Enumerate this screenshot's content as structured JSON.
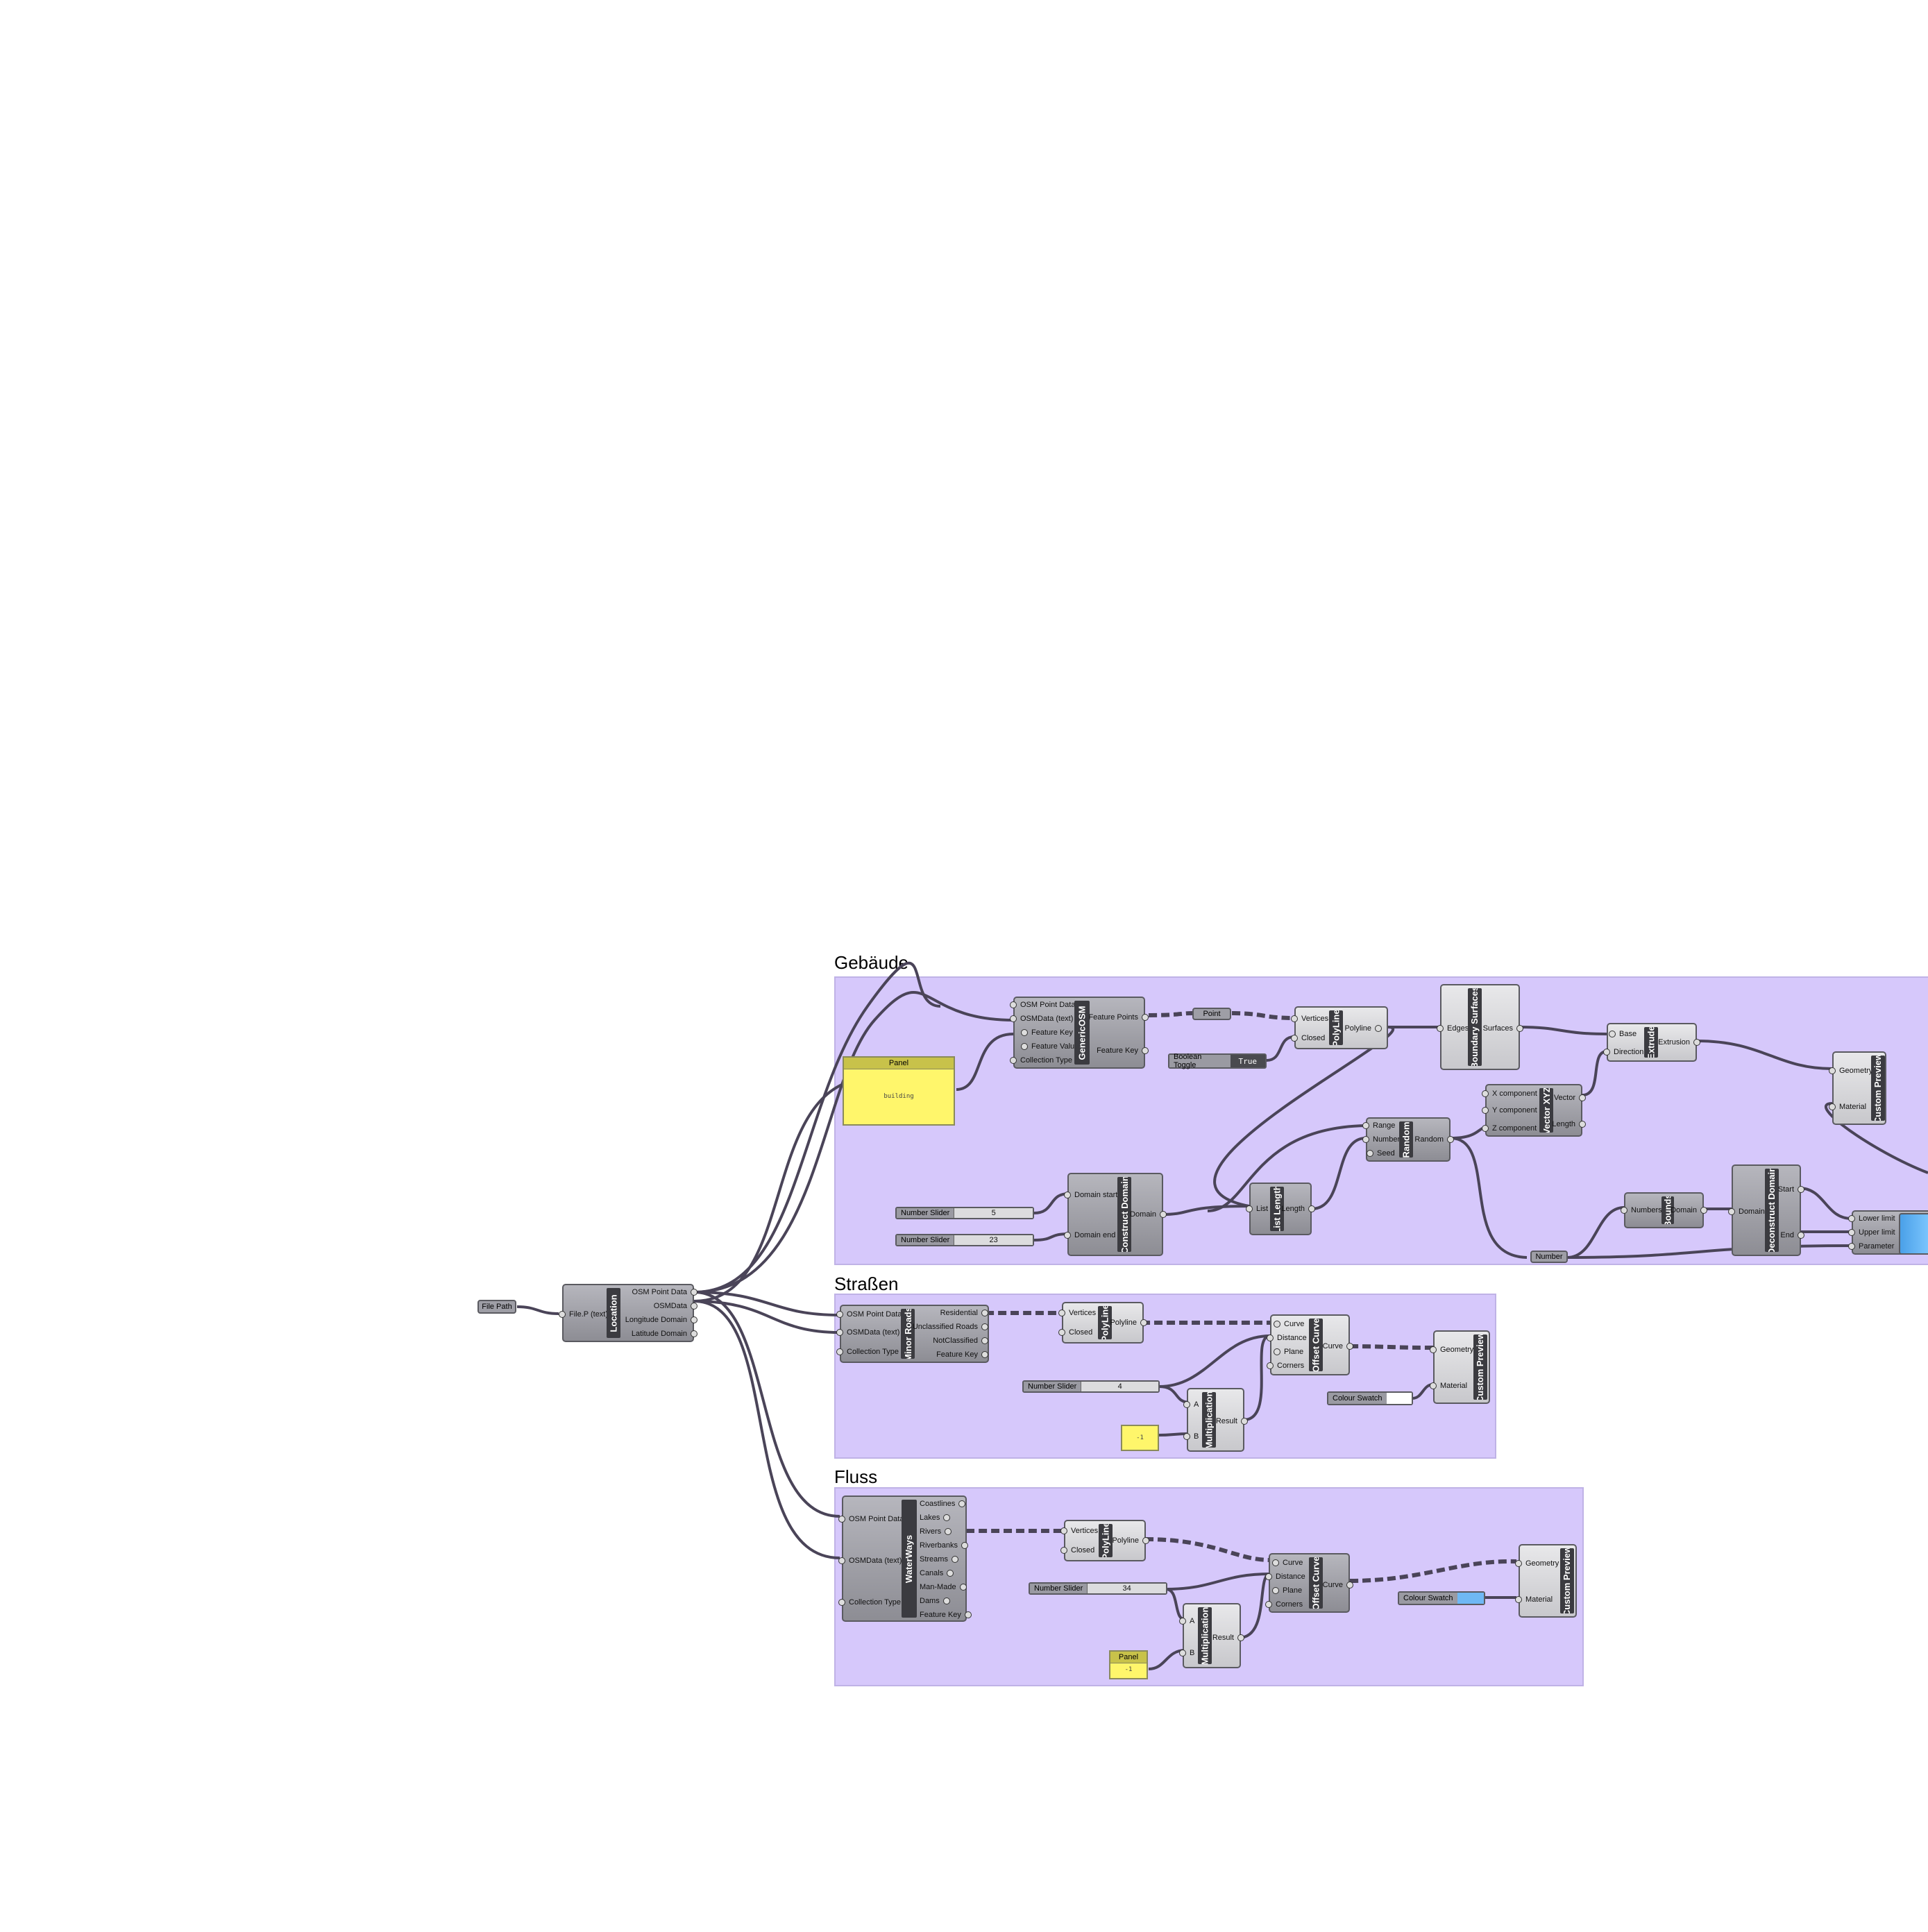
{
  "groups": {
    "gebaeude": {
      "title": "Gebäude"
    },
    "strassen": {
      "title": "Straßen"
    },
    "fluss": {
      "title": "Fluss"
    }
  },
  "file_path": {
    "label": "File Path"
  },
  "location": {
    "name": "Location",
    "inputs": [
      "File.P (text)"
    ],
    "outputs": [
      "OSM Point Data",
      "OSMData",
      "Longitude Domain",
      "Latitude Domain"
    ]
  },
  "gebaeude": {
    "panel": {
      "title": "Panel",
      "text": "building"
    },
    "generic_osm": {
      "name": "GenericOSM",
      "inputs": [
        "OSM Point Data",
        "OSMData (text)",
        "Feature Key",
        "Feature Value",
        "Collection Type"
      ],
      "outputs": [
        "Feature Points",
        "Feature Key"
      ]
    },
    "point_param": "Point",
    "boolean_toggle": {
      "label": "Boolean Toggle",
      "value": "True"
    },
    "polyline": {
      "name": "PolyLine",
      "inputs": [
        "Vertices",
        "Closed"
      ],
      "outputs": [
        "Polyline"
      ]
    },
    "boundary": {
      "name": "Boundary Surfaces",
      "inputs": [
        "Edges"
      ],
      "outputs": [
        "Surfaces"
      ]
    },
    "extrude": {
      "name": "Extrude",
      "inputs": [
        "Base",
        "Direction"
      ],
      "outputs": [
        "Extrusion"
      ]
    },
    "vector": {
      "name": "Vector XYZ",
      "inputs": [
        "X component",
        "Y component",
        "Z component"
      ],
      "outputs": [
        "Vector",
        "Length"
      ]
    },
    "random": {
      "name": "Random",
      "inputs": [
        "Range",
        "Number",
        "Seed"
      ],
      "outputs": [
        "Random"
      ]
    },
    "slider1": {
      "label": "Number Slider",
      "value": "5"
    },
    "slider2": {
      "label": "Number Slider",
      "value": "23"
    },
    "construct_domain": {
      "name": "Construct Domain",
      "inputs": [
        "Domain start",
        "Domain end"
      ],
      "outputs": [
        "Domain"
      ]
    },
    "list_length": {
      "name": "List Length",
      "inputs": [
        "List"
      ],
      "outputs": [
        "Length"
      ]
    },
    "number_param": "Number",
    "bounds": {
      "name": "Bounds",
      "inputs": [
        "Numbers"
      ],
      "outputs": [
        "Domain"
      ]
    },
    "deconstruct_domain": {
      "name": "Deconstruct Domain",
      "inputs": [
        "Domain"
      ],
      "outputs": [
        "Start",
        "End"
      ]
    },
    "gradient": {
      "inputs": [
        "Lower limit",
        "Upper limit",
        "Parameter"
      ]
    },
    "custom_preview": {
      "name": "Custom Preview",
      "inputs": [
        "Geometry",
        "Material"
      ]
    }
  },
  "strassen": {
    "minor_roads": {
      "name": "Minor Roads",
      "inputs": [
        "OSM Point Data",
        "OSMData (text)",
        "Collection Type"
      ],
      "outputs": [
        "Residential",
        "Unclassified Roads",
        "NotClassified",
        "Feature Key"
      ]
    },
    "polyline": {
      "name": "PolyLine",
      "inputs": [
        "Vertices",
        "Closed"
      ],
      "outputs": [
        "Polyline"
      ]
    },
    "offset_curve": {
      "name": "Offset Curve",
      "inputs": [
        "Curve",
        "Distance",
        "Plane",
        "Corners"
      ],
      "outputs": [
        "Curve"
      ]
    },
    "slider": {
      "label": "Number Slider",
      "value": "4"
    },
    "multiplication": {
      "name": "Multiplication",
      "inputs": [
        "A",
        "B"
      ],
      "outputs": [
        "Result"
      ]
    },
    "panel_value": "-1",
    "colour_swatch": {
      "label": "Colour Swatch",
      "color": "#ffffff"
    },
    "custom_preview": {
      "name": "Custom Preview",
      "inputs": [
        "Geometry",
        "Material"
      ]
    }
  },
  "fluss": {
    "waterways": {
      "name": "WaterWays",
      "inputs": [
        "OSM Point Data",
        "OSMData (text)",
        "Collection Type"
      ],
      "outputs": [
        "Coastlines",
        "Lakes",
        "Rivers",
        "Riverbanks",
        "Streams",
        "Canals",
        "Man-Made",
        "Dams",
        "Feature Key"
      ]
    },
    "polyline": {
      "name": "PolyLine",
      "inputs": [
        "Vertices",
        "Closed"
      ],
      "outputs": [
        "Polyline"
      ]
    },
    "offset_curve": {
      "name": "Offset Curve",
      "inputs": [
        "Curve",
        "Distance",
        "Plane",
        "Corners"
      ],
      "outputs": [
        "Curve"
      ]
    },
    "slider": {
      "label": "Number Slider",
      "value": "34"
    },
    "multiplication": {
      "name": "Multiplication",
      "inputs": [
        "A",
        "B"
      ],
      "outputs": [
        "Result"
      ]
    },
    "panel": {
      "title": "Panel",
      "text": "-1"
    },
    "colour_swatch": {
      "label": "Colour Swatch",
      "color": "#6fb8f4"
    },
    "custom_preview": {
      "name": "Custom Preview",
      "inputs": [
        "Geometry",
        "Material"
      ]
    }
  },
  "colors": {
    "group_bg": "#d6c8fb",
    "wire": "#4a4458",
    "panel_yellow": "#fff66b"
  }
}
